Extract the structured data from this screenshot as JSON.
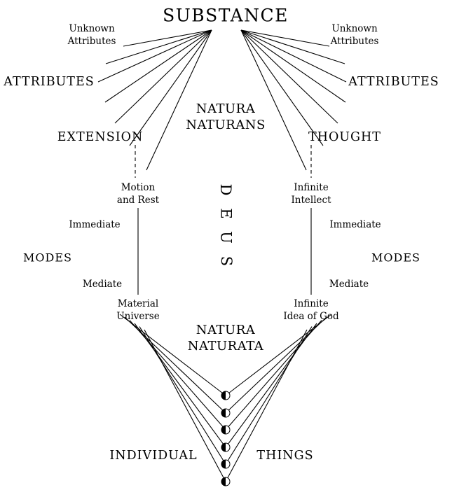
{
  "substance": "SUBSTANCE",
  "natura_naturans": {
    "line1": "NATURA",
    "line2": "NATURANS"
  },
  "natura_naturata": {
    "line1": "NATURA",
    "line2": "NATURATA"
  },
  "deus": [
    "D",
    "E",
    "U",
    "S"
  ],
  "left": {
    "unknown_attributes": {
      "line1": "Unknown",
      "line2": "Attributes"
    },
    "attributes": "ATTRIBUTES",
    "extension": "EXTENSION",
    "first_mode": {
      "line1": "Motion",
      "line2": "and Rest"
    },
    "immediate": "Immediate",
    "modes": "MODES",
    "mediate": "Mediate",
    "mediate_mode": {
      "line1": "Material",
      "line2": "Universe"
    }
  },
  "right": {
    "unknown_attributes": {
      "line1": "Unknown",
      "line2": "Attributes"
    },
    "attributes": "ATTRIBUTES",
    "thought": "THOUGHT",
    "first_mode": {
      "line1": "Infinite",
      "line2": "Intellect"
    },
    "immediate": "Immediate",
    "modes": "MODES",
    "mediate": "Mediate",
    "mediate_mode": {
      "line1": "Infinite",
      "line2": "Idea of God"
    }
  },
  "bottom": {
    "individual": "INDIVIDUAL",
    "things": "THINGS"
  },
  "colors": {
    "ink": "#000000",
    "background": "#ffffff"
  }
}
